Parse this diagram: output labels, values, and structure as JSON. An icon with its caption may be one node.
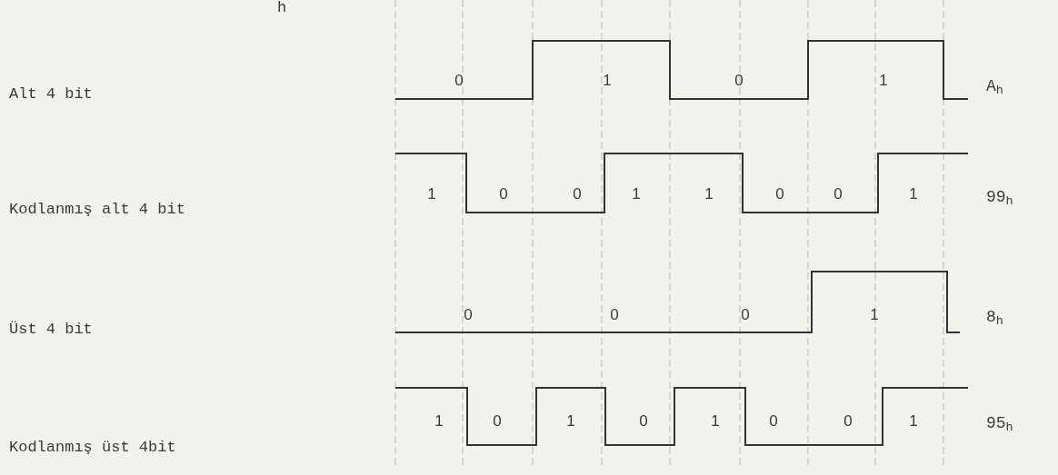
{
  "diagram": {
    "labels": [
      "h",
      "Alt 4 bit",
      "0",
      "1",
      "0",
      "1",
      "A$_{h}$",
      "Kodlanmış alt 4 bit",
      "1",
      "0",
      "0",
      "1",
      "1",
      "0",
      "0",
      "1",
      "99$_{h}$",
      "Üst 4 bit",
      "0",
      "0",
      "0",
      "1",
      "8$_{h}$",
      "Kodlanmış üst 4bit",
      "1",
      "0",
      "1",
      "0",
      "1",
      "0",
      "0",
      "1",
      "95$_{h}$"
    ]
  }
}
